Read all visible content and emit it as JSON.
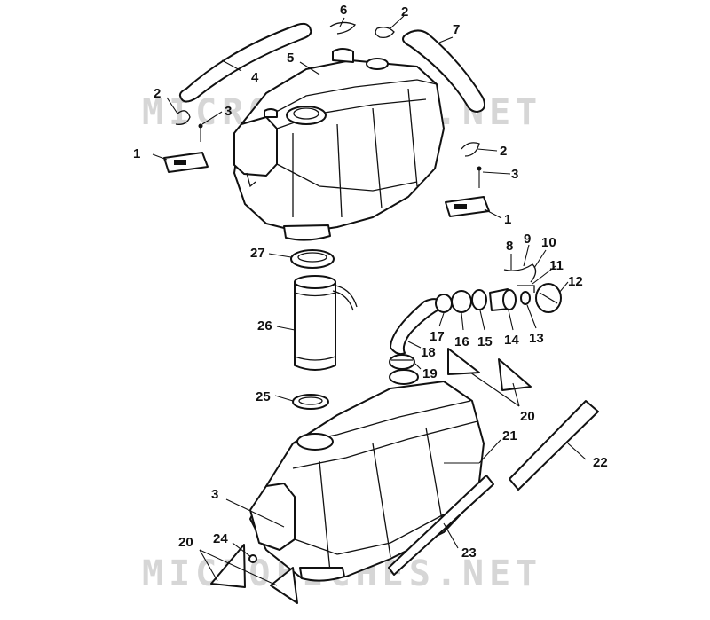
{
  "watermark": "MICROFICHES.NET",
  "callouts": [
    {
      "id": "c1a",
      "label": "1"
    },
    {
      "id": "c1b",
      "label": "1"
    },
    {
      "id": "c2a",
      "label": "2"
    },
    {
      "id": "c2b",
      "label": "2"
    },
    {
      "id": "c2c",
      "label": "2"
    },
    {
      "id": "c3a",
      "label": "3"
    },
    {
      "id": "c3b",
      "label": "3"
    },
    {
      "id": "c3c",
      "label": "3"
    },
    {
      "id": "c4",
      "label": "4"
    },
    {
      "id": "c5",
      "label": "5"
    },
    {
      "id": "c6",
      "label": "6"
    },
    {
      "id": "c7",
      "label": "7"
    },
    {
      "id": "c8",
      "label": "8"
    },
    {
      "id": "c9",
      "label": "9"
    },
    {
      "id": "c10",
      "label": "10"
    },
    {
      "id": "c11",
      "label": "11"
    },
    {
      "id": "c12",
      "label": "12"
    },
    {
      "id": "c13",
      "label": "13"
    },
    {
      "id": "c14",
      "label": "14"
    },
    {
      "id": "c15",
      "label": "15"
    },
    {
      "id": "c16",
      "label": "16"
    },
    {
      "id": "c17",
      "label": "17"
    },
    {
      "id": "c18",
      "label": "18"
    },
    {
      "id": "c19",
      "label": "19"
    },
    {
      "id": "c20a",
      "label": "20"
    },
    {
      "id": "c20b",
      "label": "20"
    },
    {
      "id": "c21",
      "label": "21"
    },
    {
      "id": "c22",
      "label": "22"
    },
    {
      "id": "c23",
      "label": "23"
    },
    {
      "id": "c24",
      "label": "24"
    },
    {
      "id": "c25",
      "label": "25"
    },
    {
      "id": "c26",
      "label": "26"
    },
    {
      "id": "c27",
      "label": "27"
    }
  ]
}
